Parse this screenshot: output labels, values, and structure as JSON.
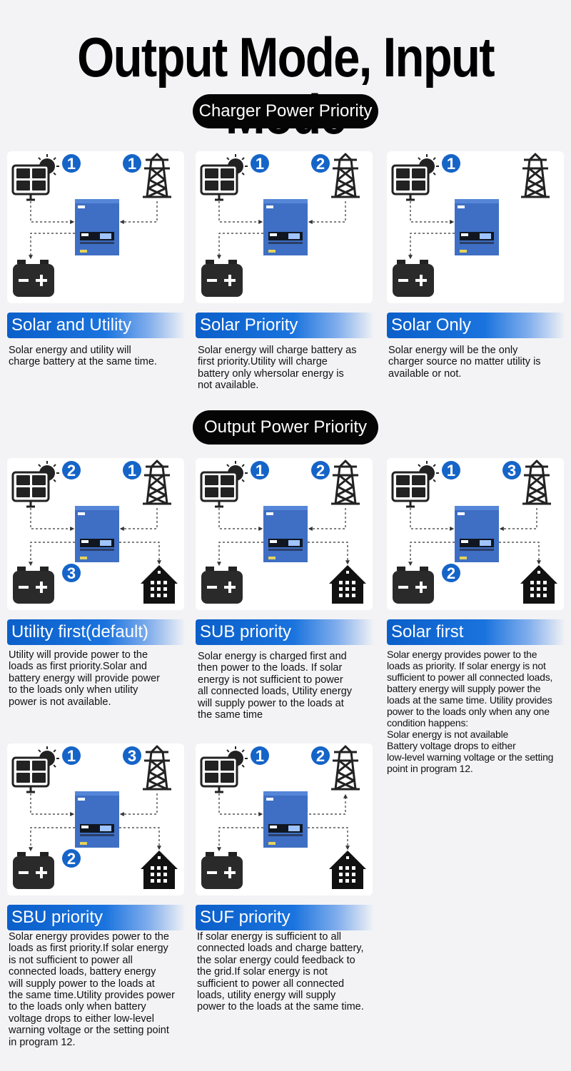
{
  "title": "Output Mode, Input Mode",
  "sections": {
    "charger": {
      "label": "Charger Power Priority"
    },
    "output": {
      "label": "Output Power Priority"
    }
  },
  "icons": {
    "solar": "solar-panel-sun-icon",
    "utility": "power-tower-icon",
    "battery": "battery-icon",
    "inverter": "inverter-icon",
    "house": "house-icon"
  },
  "colors": {
    "accent": "#0b5fc9",
    "badge": "#1564c8",
    "pill": "#050505"
  },
  "modes": [
    {
      "name": "Solar and Utility",
      "description": "Solar energy and utility will\ncharge battery at the same time.",
      "diagram": {
        "solar_badge": "1",
        "grid_badge": "1"
      }
    },
    {
      "name": "Solar Priority",
      "description": "Solar energy will charge battery as\nfirst priority.Utility will charge\nbattery only whersolar energy is\nnot available.",
      "diagram": {
        "solar_badge": "1",
        "grid_badge": "2"
      }
    },
    {
      "name": "Solar Only",
      "description": "Solar energy will be the only\ncharger source no matter utility is\navailable or not.",
      "diagram": {
        "solar_badge": "1"
      }
    },
    {
      "name": "Utility first(default)",
      "description": "Utility will provide power to the\nloads as first priority.Solar and\nbattery energy will provide power\nto the loads only when utility\npower is not available.",
      "diagram": {
        "solar_badge": "2",
        "grid_badge": "1",
        "battery_badge": "3"
      }
    },
    {
      "name": "SUB priority",
      "description": "Solar energy is charged first and\nthen power to the loads. If solar\nenergy is not sufficient to power\nall connected loads, Utility energy\nwill supply power to the loads at\nthe same time",
      "diagram": {
        "solar_badge": "1",
        "grid_badge": "2"
      }
    },
    {
      "name": "Solar first",
      "description": "Solar energy provides power to the\nloads as priority. If solar energy is not\nsufficient to power all connected loads,\nbattery energy will supply power the\nloads at the same time. Utility provides\npower to the loads only when any one\ncondition happens:\nSolar energy is not available\nBattery voltage drops to either\nlow-level warning voltage or the setting\npoint in program 12.",
      "diagram": {
        "solar_badge": "1",
        "grid_badge": "3",
        "battery_badge": "2"
      }
    },
    {
      "name": "SBU priority",
      "description": "Solar energy provides power to the\nloads as first priority.If solar energy\nis not sufficient to power all\nconnected loads, battery energy\nwill supply power to the loads at\nthe same time.Utility provides power\n to the loads only when battery\nvoltage drops to either low-level\nwarning voltage or the setting point\nin program 12.",
      "diagram": {
        "solar_badge": "1",
        "grid_badge": "3",
        "battery_badge": "2"
      }
    },
    {
      "name": "SUF priority",
      "description": "If solar energy is sufficient to all\nconnected loads and charge battery,\nthe solar energy could feedback to\nthe grid.If solar energy is not\nsufficient to power all connected\nloads, utility energy will supply\npower to the loads at the same time.",
      "diagram": {
        "solar_badge": "1",
        "grid_badge": "2"
      }
    }
  ]
}
